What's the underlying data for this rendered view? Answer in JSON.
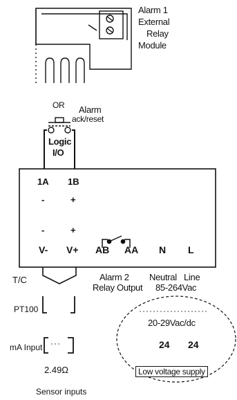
{
  "alarm1": {
    "line1": "Alarm 1",
    "line2": "External",
    "line3": "Relay",
    "line4": "Module"
  },
  "ack": {
    "or": "OR",
    "alarm": "Alarm",
    "ack_reset": "ack/reset"
  },
  "logic": {
    "line1": "Logic",
    "line2": "I/O"
  },
  "terminals": {
    "t1A": "1A",
    "t1B": "1B",
    "minus1": "-",
    "plus1": "+",
    "minus2": "-",
    "plus2": "+",
    "vminus": "V-",
    "vplus": "V+",
    "ab": "AB",
    "aa": "AA",
    "n": "N",
    "l": "L"
  },
  "labels": {
    "tc": "T/C",
    "pt100": "PT100",
    "ma_input": "mA Input",
    "resistor": "2.49Ω",
    "sensor_inputs": "Sensor inputs",
    "alarm2_line1": "Alarm 2",
    "alarm2_line2": "Relay Output",
    "neutral": "Neutral",
    "line": "Line",
    "line_voltage": "85-264Vac"
  },
  "low_voltage": {
    "range": "20-29Vac/dc",
    "t24a": "24",
    "t24b": "24",
    "caption": "Low voltage supply"
  }
}
